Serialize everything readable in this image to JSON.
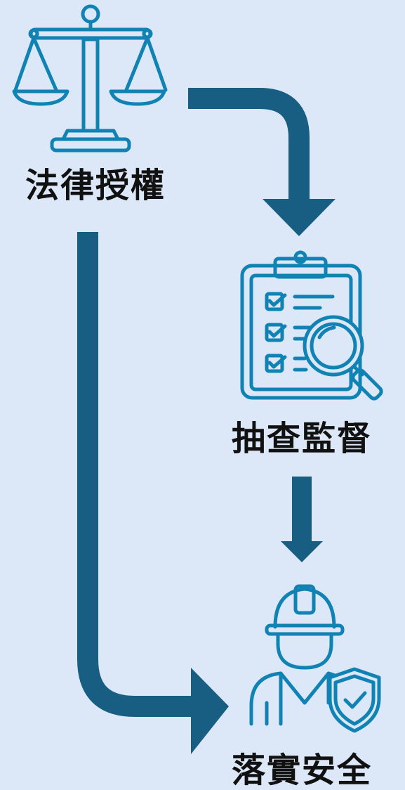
{
  "colors": {
    "background": "#dce8f7",
    "arrow": "#175e82",
    "icon": "#1182b4",
    "label": "#111111"
  },
  "nodes": [
    {
      "id": "law",
      "label": "法律授權",
      "icon": "balance-scale-icon"
    },
    {
      "id": "inspect",
      "label": "抽查監督",
      "icon": "clipboard-magnifier-icon"
    },
    {
      "id": "safety",
      "label": "落實安全",
      "icon": "worker-shield-icon"
    }
  ],
  "edges": [
    {
      "from": "law",
      "to": "inspect"
    },
    {
      "from": "inspect",
      "to": "safety"
    },
    {
      "from": "law",
      "to": "safety"
    }
  ]
}
